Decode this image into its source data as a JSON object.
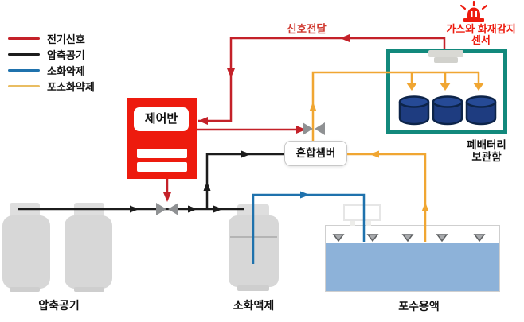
{
  "colors": {
    "signal_red": "#c42129",
    "bright_red": "#ed1b0e",
    "pipe_black": "#1c1c1c",
    "pipe_blue": "#1f72ad",
    "pipe_orange": "#f0a632",
    "legend_orange": "#e9bd62",
    "teal": "#12897c",
    "drum_navy": "#1e3c80",
    "drum_navy_top": "#264a96",
    "drum_outline": "#0d2449",
    "water_blue": "#8db2d9",
    "tank_gray": "#d7d7d7",
    "valve_gray": "#8f9193"
  },
  "legend": {
    "items": [
      {
        "label": "전기신호"
      },
      {
        "label": "압축공기"
      },
      {
        "label": "소화약제"
      },
      {
        "label": "포소화약제"
      }
    ]
  },
  "annotations": {
    "signal_transfer": "신호전달",
    "sensor_line1": "가스와 화재감지",
    "sensor_line2": "센서"
  },
  "components": {
    "control_panel": "제어반",
    "mixing_chamber": "혼합챔버",
    "battery_box_line1": "폐배터리",
    "battery_box_line2": "보관함",
    "compressed_air": "압축공기",
    "agent_tank": "소화액제",
    "foam_solution_tank": "포수용액"
  }
}
